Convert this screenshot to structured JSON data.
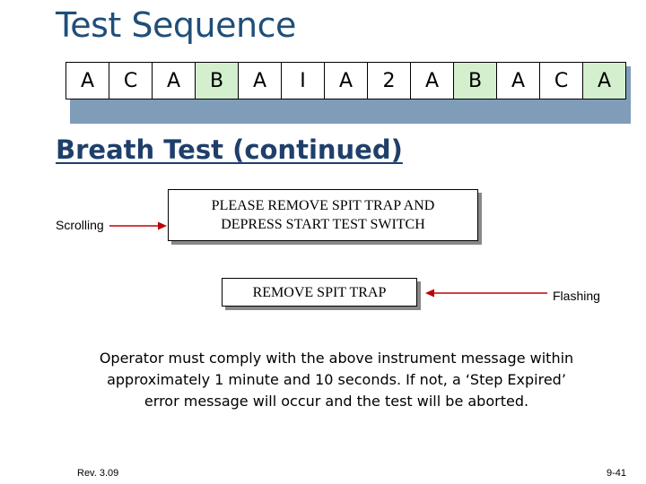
{
  "title": "Test Sequence",
  "sequence": [
    "A",
    "C",
    "A",
    "B",
    "A",
    "I",
    "A",
    "2",
    "A",
    "B",
    "A",
    "C",
    "A"
  ],
  "highlighted_indices": [
    3,
    9,
    12
  ],
  "highlight_color": "#d3efce",
  "subtitle": "Breath Test (continued)",
  "scrolling_label": "Scrolling",
  "message1": [
    "PLEASE REMOVE SPIT TRAP AND",
    "DEPRESS START TEST SWITCH"
  ],
  "message2": "REMOVE SPIT TRAP",
  "flashing_label": "Flashing",
  "note": [
    "Operator must comply with the above instrument message within",
    "approximately 1 minute and 10 seconds.  If not, a ‘Step Expired’",
    "error message will occur and the test will be aborted."
  ],
  "footer_left": "Rev. 3.09",
  "footer_right": "9-41",
  "arrow_color": "#c00000"
}
